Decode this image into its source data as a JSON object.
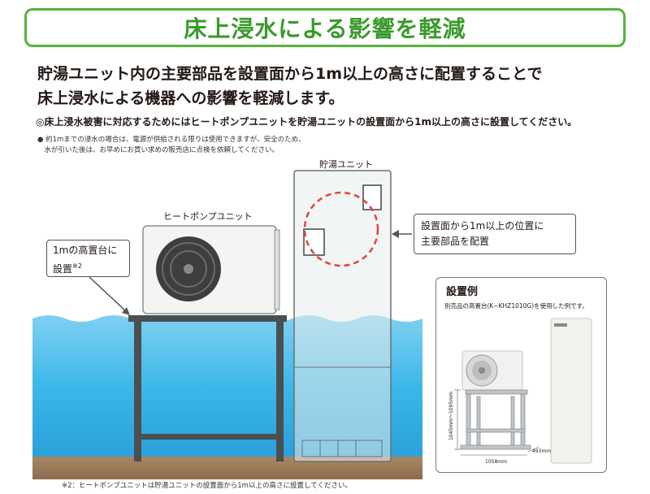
{
  "title": "床上浸水による影響を軽減",
  "lead": {
    "line1": "貯湯ユニット内の主要部品を設置面から1m以上の高さに配置することで",
    "line2": "床上浸水による機器への影響を軽減します。"
  },
  "note": "◎床上浸水被害に対応するためにはヒートポンプユニットを貯湯ユニットの設置面から1m以上の高さに設置してください。",
  "sub_note": {
    "line1": "● 約1mまでの浸水の場合は、電源が供給される限りは使用できますが、安全のため、",
    "line2": "　水が引いた後は、お早めにお買い求めの販売店に点検を依頼してください。"
  },
  "labels": {
    "storage_unit": "貯湯ユニット",
    "heat_pump_unit": "ヒートポンプユニット"
  },
  "callout_right": {
    "line1": "設置面から1m以上の位置に",
    "line2": "主要部品を配置"
  },
  "callout_left": {
    "line1": "1mの高置台に",
    "line2": "設置",
    "sup": "※2"
  },
  "example": {
    "title": "設置例",
    "caption": "別売品の高置台(K−KHZ1010G)を使用した例です。",
    "dim_height": "1045mm〜1095mm",
    "dim_width": "1058mm",
    "dim_depth": "493mm"
  },
  "footnote": "※2：ヒートポンプユニットは貯湯ユニットの設置面から1m以上の高さに設置してください。",
  "colors": {
    "accent_green": "#55b43a",
    "water_blue": "#3ab7e8",
    "dashed_red": "#e0453a",
    "ground_brown": "#9a7b5c"
  }
}
